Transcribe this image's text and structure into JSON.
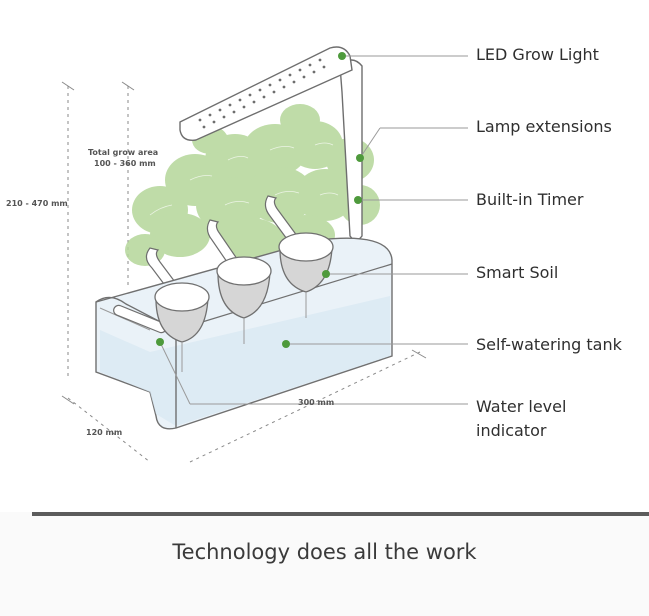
{
  "callouts": {
    "led": "LED Grow Light",
    "lamp": "Lamp extensions",
    "timer": "Built-in Timer",
    "soil": "Smart Soil",
    "tank": "Self-watering tank",
    "water_line1": "Water level",
    "water_line2": "indicator"
  },
  "dimensions": {
    "grow_area_line1": "Total grow area",
    "grow_area_line2": "100 - 360 mm",
    "height": "210 - 470 mm",
    "length": "300 mm",
    "depth": "120 mm"
  },
  "tagline": "Technology does all the work",
  "colors": {
    "accent_dot": "#4e9a3c",
    "leaves": "#a9cf8a",
    "outline": "#707070",
    "water": "#e2eef6"
  }
}
